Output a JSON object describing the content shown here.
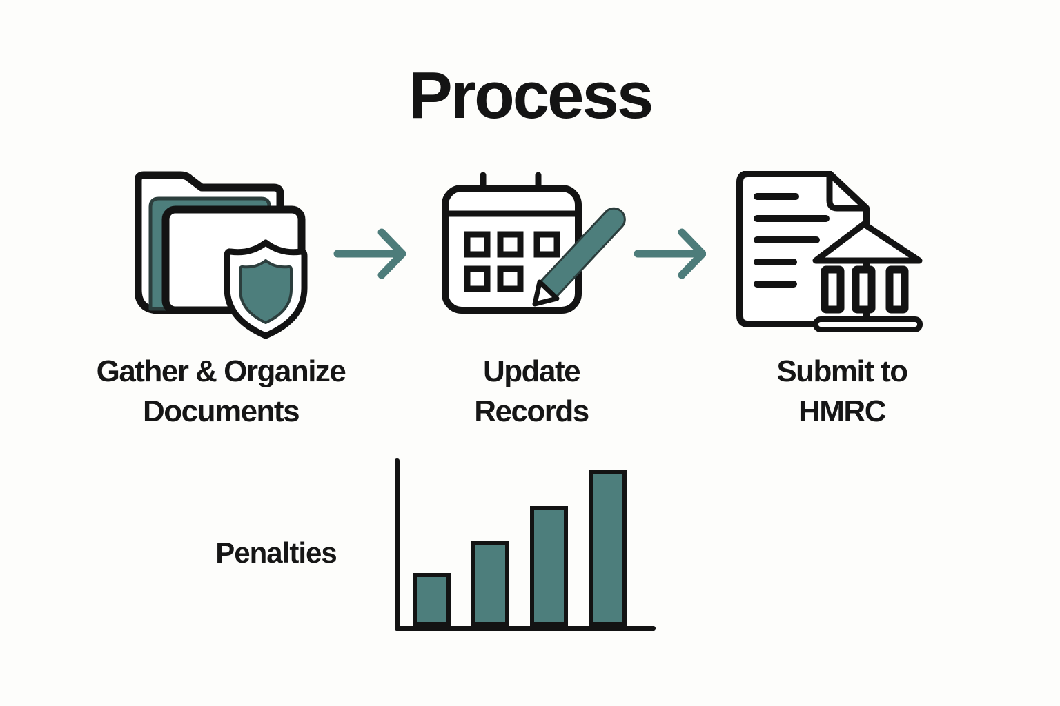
{
  "title": "Process",
  "steps": [
    {
      "icon": "folder-shield-icon",
      "label_line1": "Gather & Organize",
      "label_line2": "Documents"
    },
    {
      "icon": "calendar-pencil-icon",
      "label_line1": "Update",
      "label_line2": "Records"
    },
    {
      "icon": "document-bank-icon",
      "label_line1": "Submit to",
      "label_line2": "HMRC"
    }
  ],
  "arrows": [
    {
      "icon": "arrow-right-icon"
    },
    {
      "icon": "arrow-right-icon"
    }
  ],
  "penalties": {
    "label": "Penalties"
  },
  "colors": {
    "accent_teal": "#4d7e7c",
    "teal_outline": "#2c3e3d",
    "ink_black": "#131313",
    "background": "#fdfdfb"
  },
  "chart_data": {
    "type": "bar",
    "title": "Penalties",
    "categories": [
      "",
      "",
      "",
      ""
    ],
    "values": [
      34,
      55,
      77,
      100
    ],
    "xlabel": "",
    "ylabel": "",
    "ylim": [
      0,
      100
    ],
    "grid": false,
    "legend": false,
    "bar_color": "#4d7e7c",
    "axis_color": "#131313",
    "note": "four unlabeled bars increasing left to right; values are percent of tallest bar"
  }
}
